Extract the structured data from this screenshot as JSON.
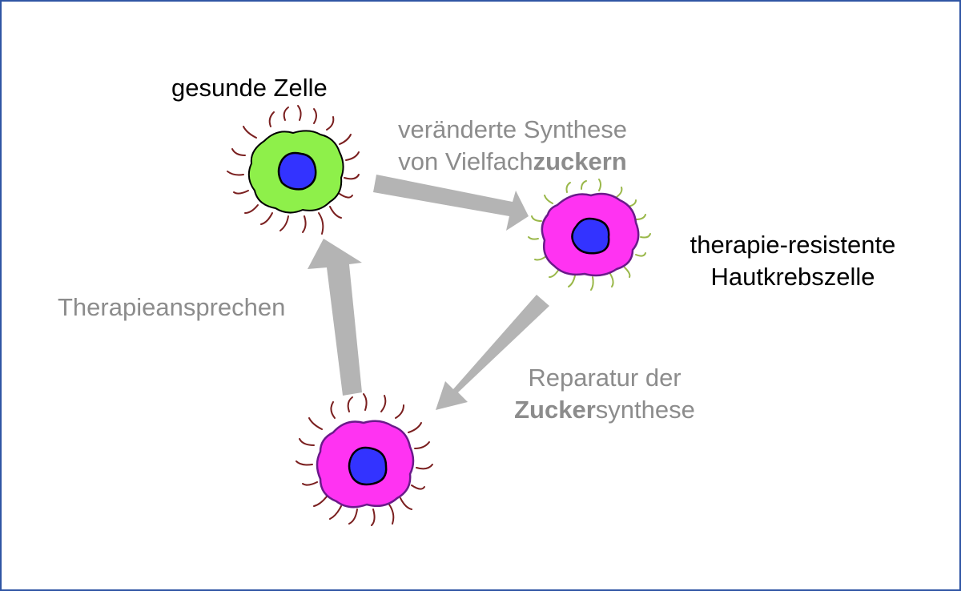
{
  "labels": {
    "healthy_cell": "gesunde Zelle",
    "resistant_cell_line1": "therapie-resistente",
    "resistant_cell_line2": "Hautkrebszelle",
    "top_arrow_line1": "veränderte Synthese",
    "top_arrow_line2_pre": "von Vielfach",
    "top_arrow_line2_bold": "zuckern",
    "right_arrow_line1": "Reparatur der",
    "right_arrow_line2_bold": "Zucker",
    "right_arrow_line2_post": "synthese",
    "left_arrow": "Therapieansprechen"
  },
  "colors": {
    "border": "#2f55a4",
    "arrow": "#b4b4b4",
    "label_gray": "#8c8c8c",
    "healthy_cytoplasm": "#8ef04a",
    "cancer_cytoplasm": "#ff33f2",
    "nucleus": "#3333ff",
    "dark_red_glycan": "#7a1f1f",
    "olive_glycan": "#9ab84a"
  },
  "cells": [
    {
      "name": "healthy-cell",
      "glycans": "long dark red"
    },
    {
      "name": "resistant-cancer-cell",
      "glycans": "short olive"
    },
    {
      "name": "responsive-cancer-cell",
      "glycans": "long dark red"
    }
  ]
}
